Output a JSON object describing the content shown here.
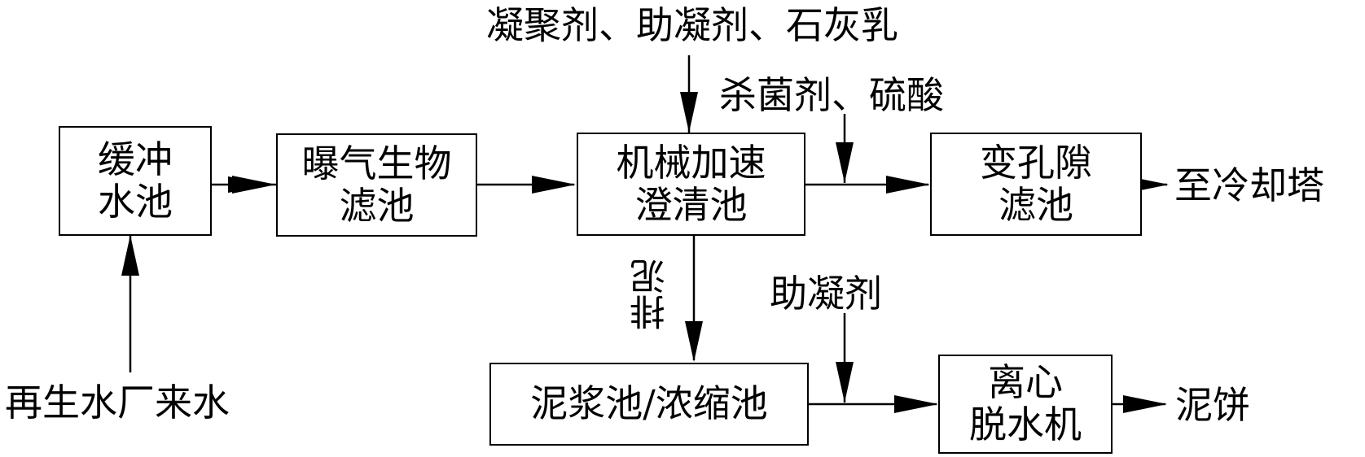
{
  "boxes": {
    "buffer_tank": {
      "line1": "缓冲",
      "line2": "水池"
    },
    "baf": {
      "line1": "曝气生物",
      "line2": "滤池"
    },
    "clarifier": {
      "line1": "机械加速",
      "line2": "澄清池"
    },
    "variable_pore_filter": {
      "line1": "变孔隙",
      "line2": "滤池"
    },
    "sludge_tank": {
      "line1": "泥浆池/浓缩池"
    },
    "centrifuge": {
      "line1": "离心",
      "line2": "脱水机"
    }
  },
  "labels": {
    "chemicals_top": "凝聚剂、助凝剂、石灰乳",
    "chemicals_filter": "杀菌剂、硫酸",
    "to_cooling_tower": "至冷却塔",
    "sludge_discharge": "排泥",
    "coagulant_aid": "助凝剂",
    "reclaimed_water_inflow": "再生水厂来水",
    "sludge_cake": "泥饼"
  }
}
